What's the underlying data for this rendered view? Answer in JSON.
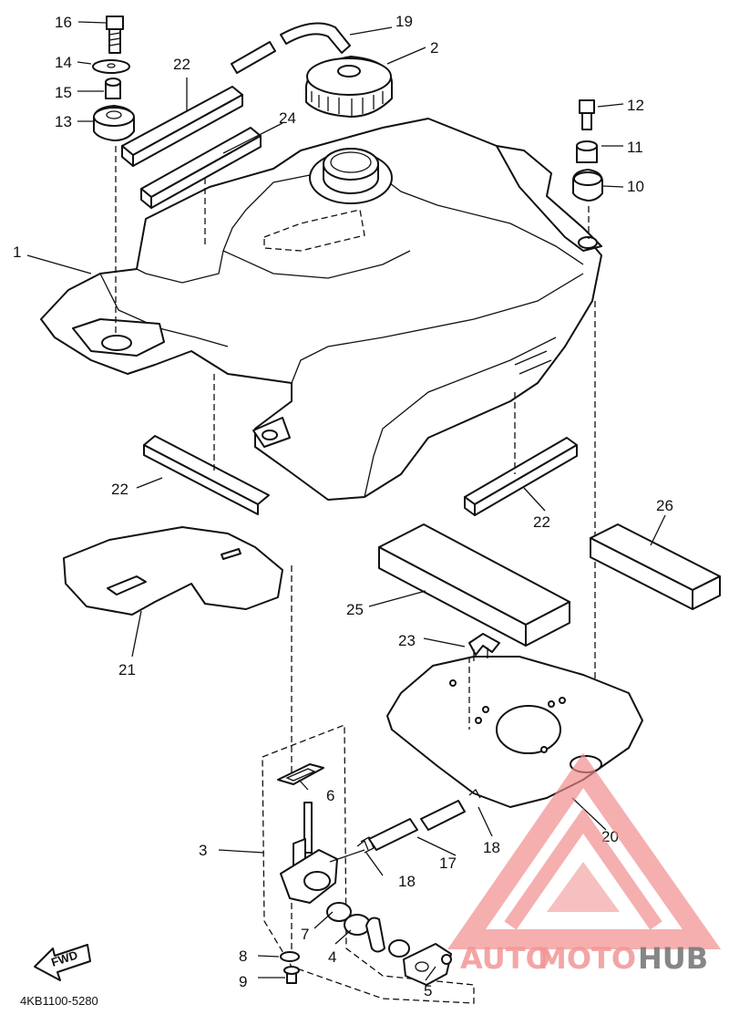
{
  "diagram": {
    "part_code": "4KB1100-5280",
    "fwd_label": "FWD",
    "callouts": [
      "1",
      "2",
      "3",
      "4",
      "5",
      "6",
      "7",
      "8",
      "9",
      "10",
      "11",
      "12",
      "13",
      "14",
      "15",
      "16",
      "17",
      "18",
      "18",
      "19",
      "20",
      "21",
      "22",
      "22",
      "22",
      "23",
      "24",
      "25",
      "26"
    ]
  },
  "watermark": {
    "brand_part1": "AUTO",
    "brand_part2": "MOTO",
    "brand_part3": "HUB",
    "colors": {
      "auto": "#f08a8a",
      "moto": "#f08a8a",
      "hub": "#6b6b6b"
    }
  }
}
